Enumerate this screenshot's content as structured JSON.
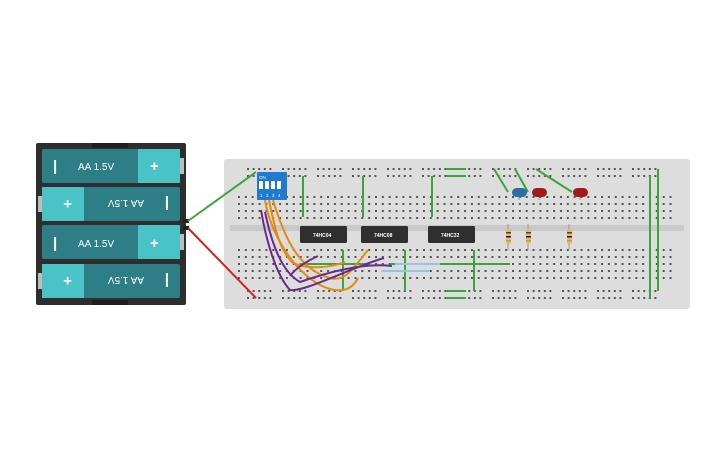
{
  "battery_pack": {
    "cells": [
      {
        "label": "AA 1.5V",
        "plus": "+",
        "minus": "|",
        "orientation": "normal"
      },
      {
        "label": "AA 1.5V",
        "plus": "+",
        "minus": "|",
        "orientation": "flipped"
      },
      {
        "label": "AA 1.5V",
        "plus": "+",
        "minus": "|",
        "orientation": "normal"
      },
      {
        "label": "AA 1.5V",
        "plus": "+",
        "minus": "|",
        "orientation": "flipped"
      }
    ]
  },
  "chips": [
    {
      "label": "74HC04"
    },
    {
      "label": "74HC08"
    },
    {
      "label": "74HC32"
    }
  ],
  "dip_switch": {
    "label": "ON",
    "positions": [
      "1",
      "2",
      "3",
      "4"
    ]
  },
  "leds": [
    {
      "color": "#2a6ea6"
    },
    {
      "color": "#a01c1c"
    },
    {
      "color": "#a01c1c"
    }
  ],
  "colors": {
    "battery_cell": "#2d7e86",
    "battery_accent": "#49c3c5",
    "battery_case": "#2e2e2e",
    "breadboard": "#dddddd",
    "wire_green": "#3aa63a",
    "wire_red": "#d42020",
    "wire_orange": "#e58b0d",
    "wire_purple": "#6a2c8a",
    "wire_lightblue": "#8fc6e8",
    "chip": "#2f2f2f",
    "resistor": "#e5b87a"
  }
}
